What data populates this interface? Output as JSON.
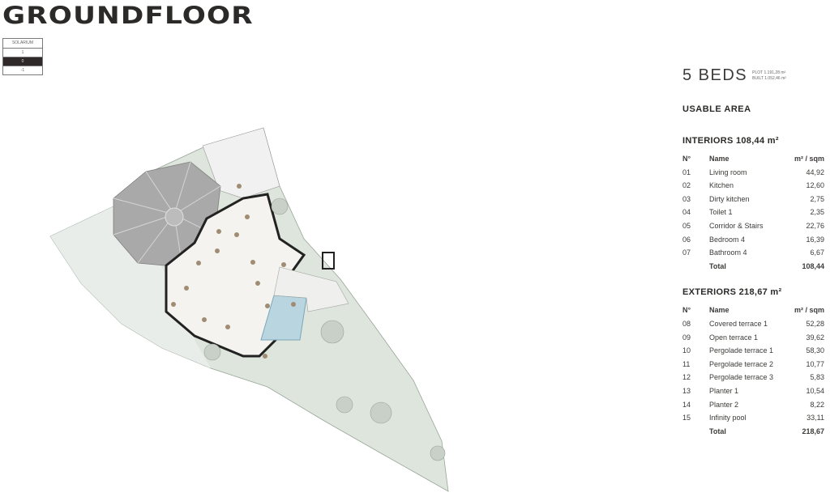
{
  "page_title": "GROUNDFLOOR",
  "levels": [
    {
      "label": "SOLARIUM",
      "active": false
    },
    {
      "label": "1",
      "active": false
    },
    {
      "label": "0",
      "active": true
    },
    {
      "label": "-1",
      "active": false
    }
  ],
  "summary": {
    "beds": "5 BEDS",
    "plot": "PLOT 1.191,28 m²",
    "built": "BUILT 1.052,46 m²",
    "usable_area": "USABLE AREA"
  },
  "interiors": {
    "title": "INTERIORS 108,44 m²",
    "headers": [
      "N°",
      "Name",
      "m² / sqm"
    ],
    "rows": [
      [
        "01",
        "Living room",
        "44,92"
      ],
      [
        "02",
        "Kitchen",
        "12,60"
      ],
      [
        "03",
        "Dirty kitchen",
        "2,75"
      ],
      [
        "04",
        "Toilet 1",
        "2,35"
      ],
      [
        "05",
        "Corridor & Stairs",
        "22,76"
      ],
      [
        "06",
        "Bedroom 4",
        "16,39"
      ],
      [
        "07",
        "Bathroom 4",
        "6,67"
      ]
    ],
    "total_label": "Total",
    "total_value": "108,44"
  },
  "exteriors": {
    "title": "EXTERIORS 218,67 m²",
    "headers": [
      "N°",
      "Name",
      "m² / sqm"
    ],
    "rows": [
      [
        "08",
        "Covered terrace 1",
        "52,28"
      ],
      [
        "09",
        "Open terrace 1",
        "39,62"
      ],
      [
        "10",
        "Pergolade terrace 1",
        "58,30"
      ],
      [
        "11",
        "Pergolade terrace 2",
        "10,77"
      ],
      [
        "12",
        "Pergolade terrace 3",
        "5,83"
      ],
      [
        "13",
        "Planter 1",
        "10,54"
      ],
      [
        "14",
        "Planter 2",
        "8,22"
      ],
      [
        "15",
        "Infinity pool",
        "33,11"
      ]
    ],
    "total_label": "Total",
    "total_value": "218,67"
  },
  "colors": {
    "text": "#2b2a28",
    "garden": "#dde5dc",
    "roof": "#a9a9a9",
    "pool": "#b9d6e0",
    "walls": "#222222",
    "marker": "#a08c72"
  }
}
